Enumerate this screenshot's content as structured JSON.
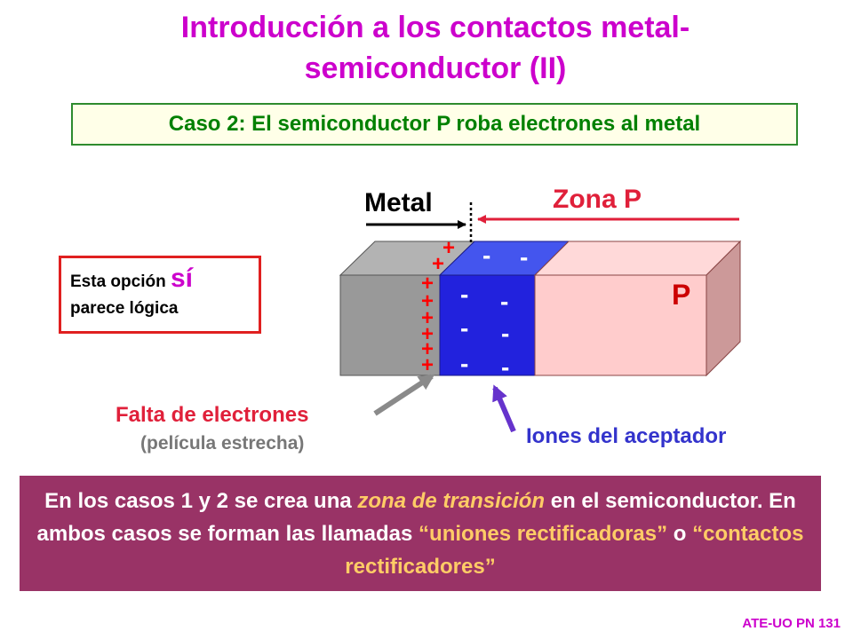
{
  "title": {
    "line1": "Introducción a los contactos metal-",
    "line2": "semiconductor (II)"
  },
  "case_box": "Caso 2: El semiconductor P roba electrones al metal",
  "note": {
    "part1": "Esta  opción ",
    "big_word": "sí",
    "part2": "parece lógica"
  },
  "diagram": {
    "metal_label": "Metal",
    "zone_label": "Zona P",
    "p_label": "P",
    "plus_sign": "+",
    "minus_sign": "-",
    "falta_label": "Falta de electrones",
    "pelicula_label": "(película estrecha)",
    "iones_label": "Iones del aceptador",
    "colors": {
      "metal_front": "#999999",
      "metal_top": "#b3b3b3",
      "depletion": "#2222dd",
      "depletion_top": "#4455ee",
      "p_front": "#ffcccc",
      "p_top": "#ffd9d9",
      "p_side": "#cc9999",
      "arrow_red": "#e0203a",
      "arrow_gray": "#8a8a8a",
      "arrow_blue": "#6633cc"
    }
  },
  "bottom": {
    "t1": "En los casos 1 y 2 se crea una ",
    "h1": "zona de transición",
    "t2": " en el semiconductor. En ambos casos se forman las llamadas ",
    "h2": "“uniones rectificadoras”",
    "t3": " o ",
    "h3": "“contactos rectificadores”"
  },
  "footer": "ATE-UO PN 131"
}
